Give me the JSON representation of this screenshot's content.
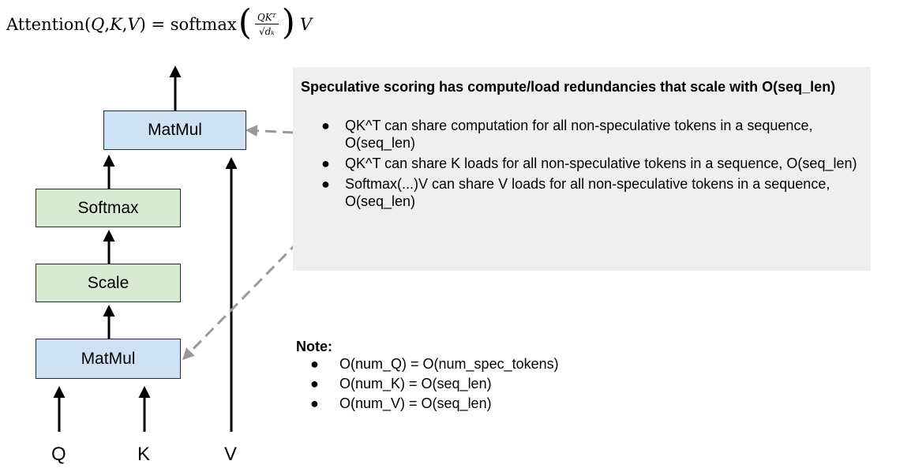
{
  "formula": {
    "lhs": "Attention(",
    "q": "Q",
    "k": "K",
    "v": "V",
    "comma": ", ",
    "close": ")",
    "equals": " = ",
    "fn": "softmax",
    "numerator": "QKᵀ",
    "denominator": "√dₖ",
    "rhs_v": "V"
  },
  "diagram": {
    "matmul_top": "MatMul",
    "softmax": "Softmax",
    "scale": "Scale",
    "matmul_bottom": "MatMul",
    "input_q": "Q",
    "input_k": "K",
    "input_v": "V",
    "colors": {
      "blue_box": "#cfe2f3",
      "green_box": "#d9ead3",
      "panel_bg": "#efefef",
      "dashed_arrow": "#999999"
    }
  },
  "panel": {
    "title": "Speculative scoring has compute/load redundancies that scale with O(seq_len)",
    "bullets": [
      "QK^T can share computation for all non-speculative tokens in a sequence, O(seq_len)",
      "QK^T can share K loads for all non-speculative tokens in a sequence, O(seq_len)",
      "Softmax(...)V can share V loads for all non-speculative tokens in a sequence, O(seq_len)"
    ]
  },
  "note": {
    "title": "Note:",
    "bullets": [
      "O(num_Q) = O(num_spec_tokens)",
      "O(num_K) = O(seq_len)",
      "O(num_V) = O(seq_len)"
    ]
  },
  "bullet_glyph": "●"
}
